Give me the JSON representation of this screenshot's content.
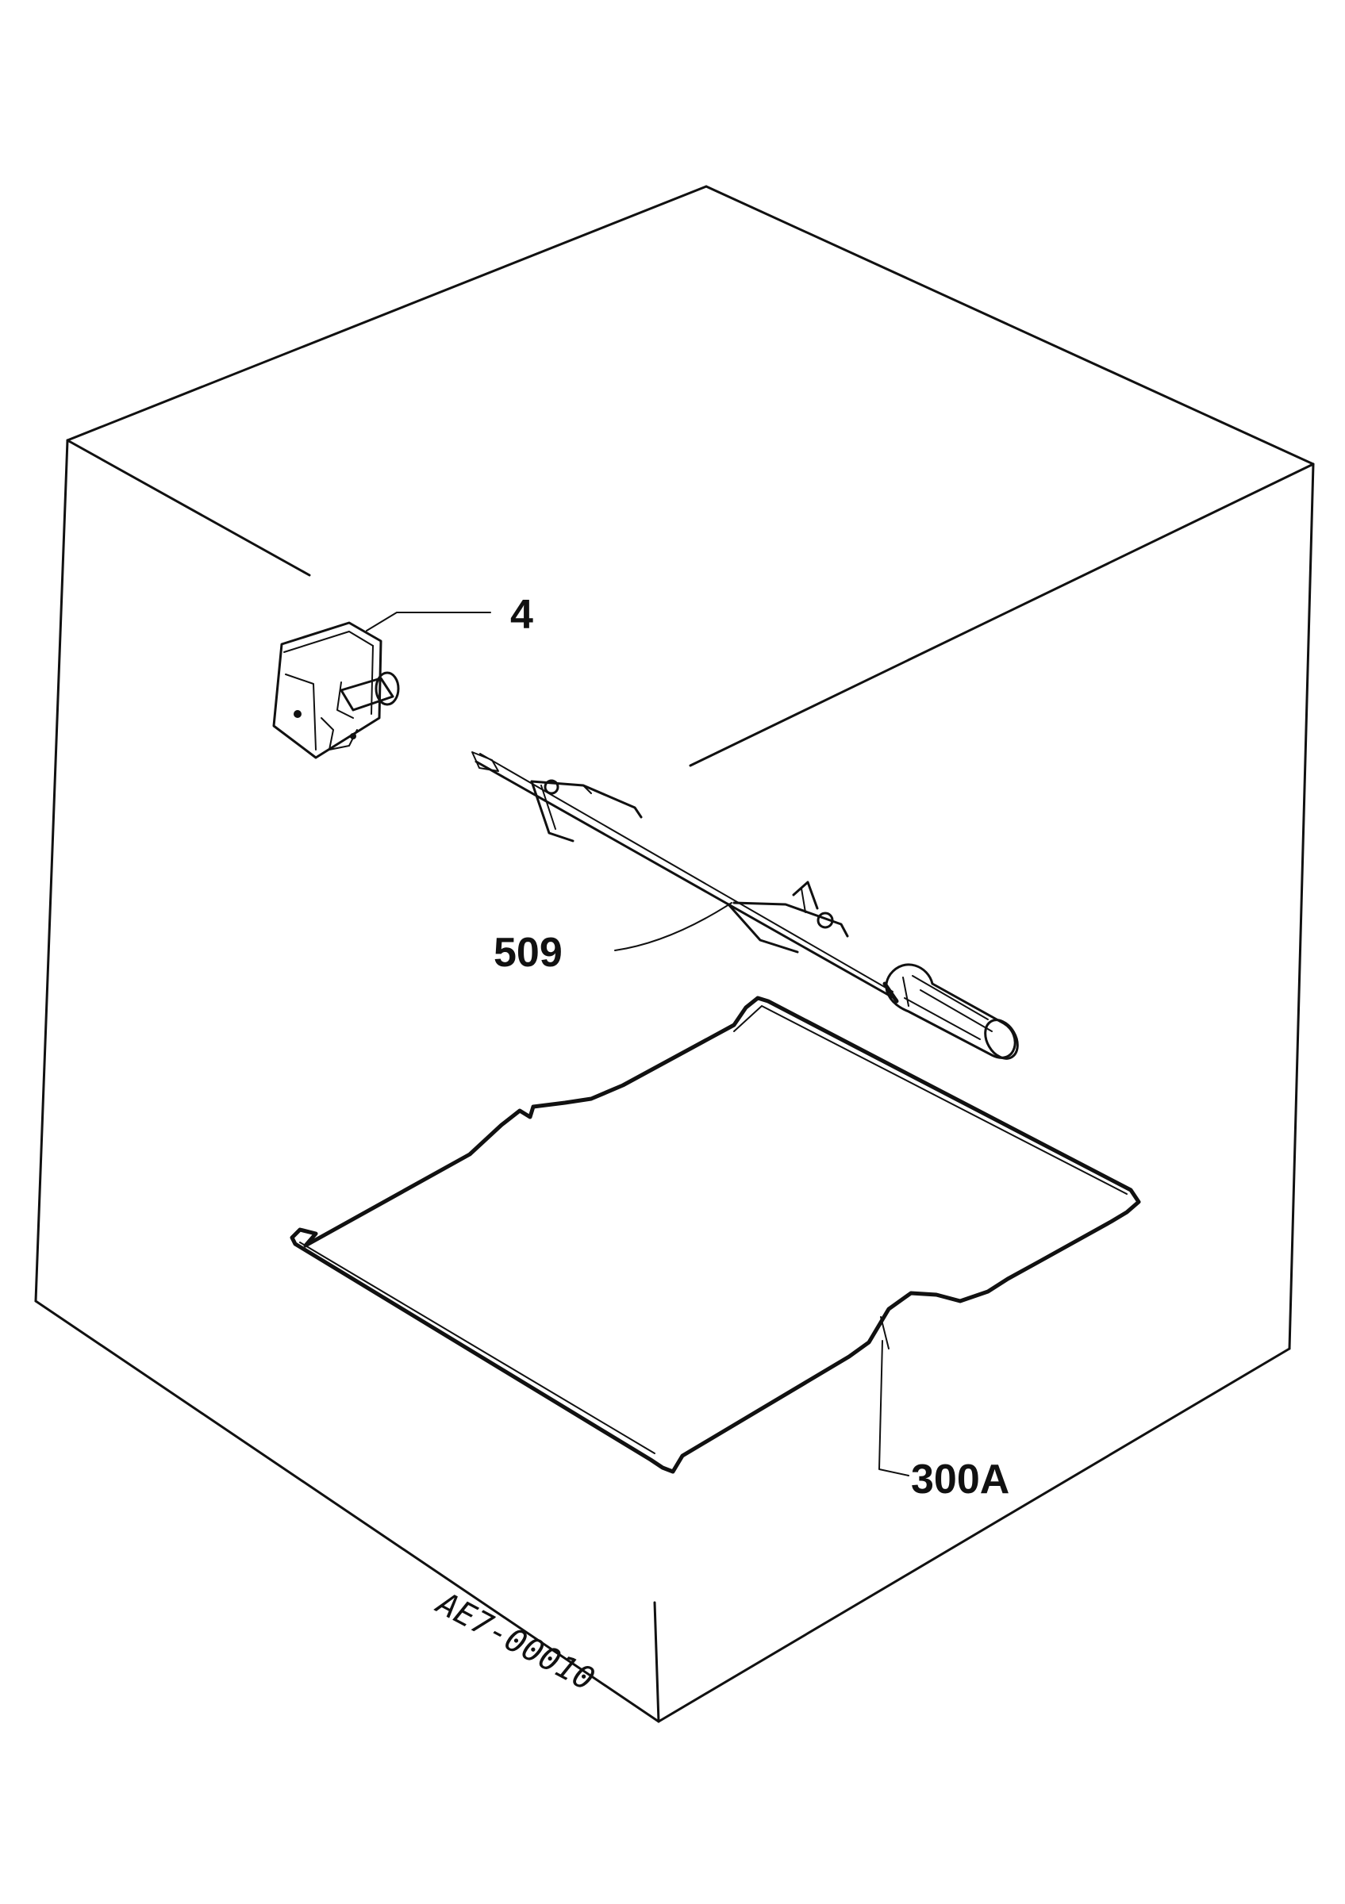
{
  "callouts": {
    "part_4": "4",
    "part_509": "509",
    "part_300a": "300A"
  },
  "drawing_code": "AE7-00010",
  "colors": {
    "line": "#111111",
    "background": "#ffffff"
  }
}
